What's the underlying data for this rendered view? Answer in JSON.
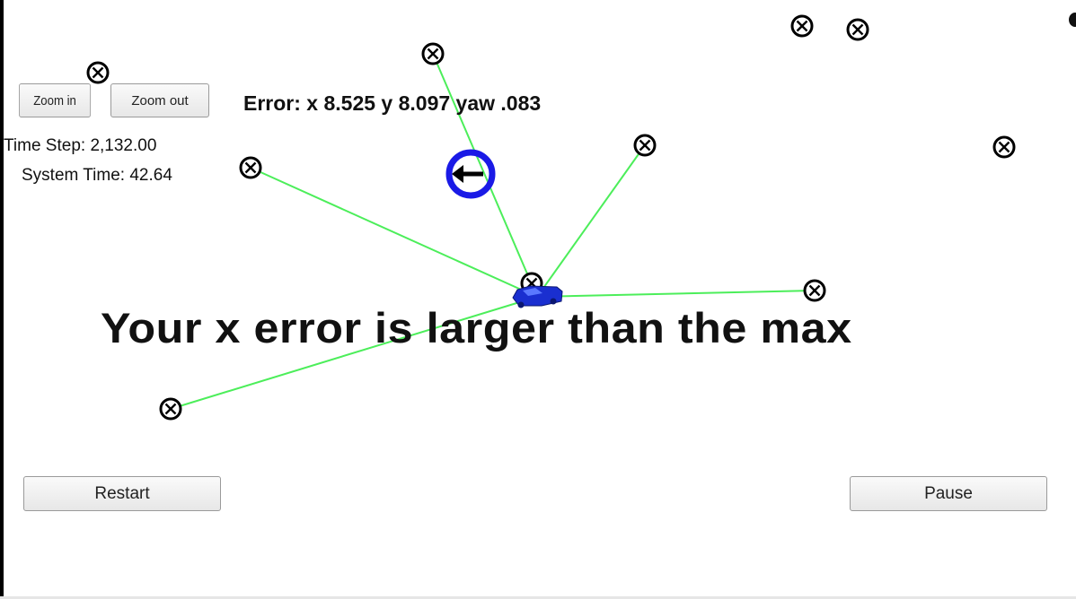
{
  "controls": {
    "zoom_in_label": "Zoom in",
    "zoom_out_label": "Zoom out",
    "restart_label": "Restart",
    "pause_label": "Pause"
  },
  "hud": {
    "time_step": "Time Step: 2,132.00",
    "system_time": "System Time: 42.64",
    "error_readout": "Error: x 8.525 y 8.097 yaw .083"
  },
  "message": "Your x error is larger than the max",
  "colors": {
    "background": "#ffffff",
    "observation_line": "#4cee5a",
    "landmark_marker": "#000000",
    "ground_truth_circle": "#1a1ae6",
    "vehicle": "#1a2fd0"
  },
  "icons": {
    "landmark": "circled-x-icon",
    "ground_truth": "blue-ring-arrow-icon",
    "vehicle": "car-icon"
  }
}
